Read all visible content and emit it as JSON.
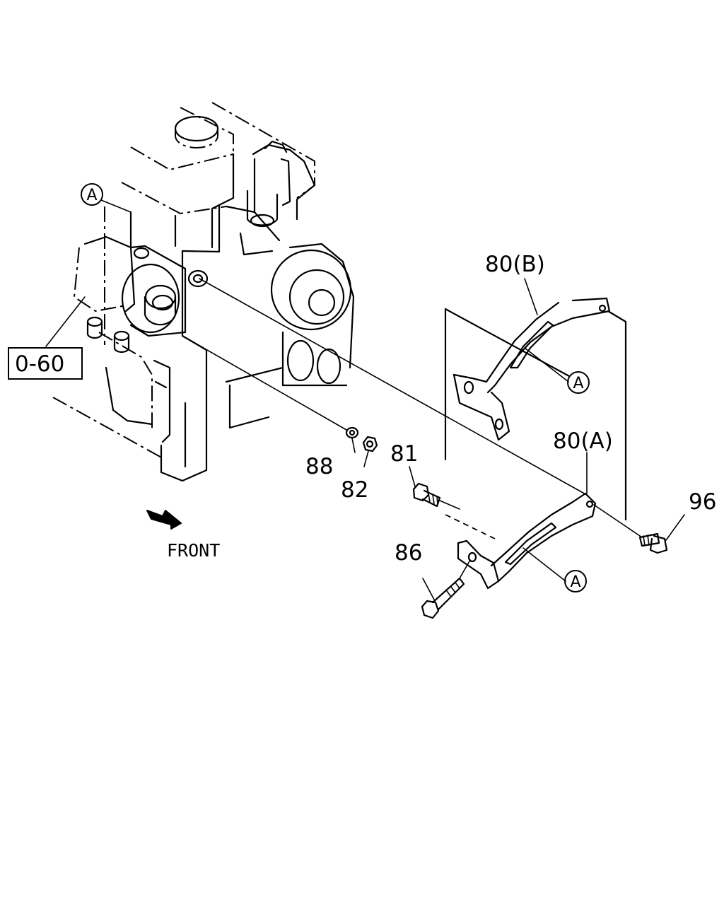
{
  "labels": {
    "ref_box": "0-60",
    "part_80b": "80(B)",
    "part_80a": "80(A)",
    "part_81": "81",
    "part_82": "82",
    "part_86": "86",
    "part_88": "88",
    "part_96": "96",
    "front": "FRONT",
    "ref_a": "A"
  }
}
